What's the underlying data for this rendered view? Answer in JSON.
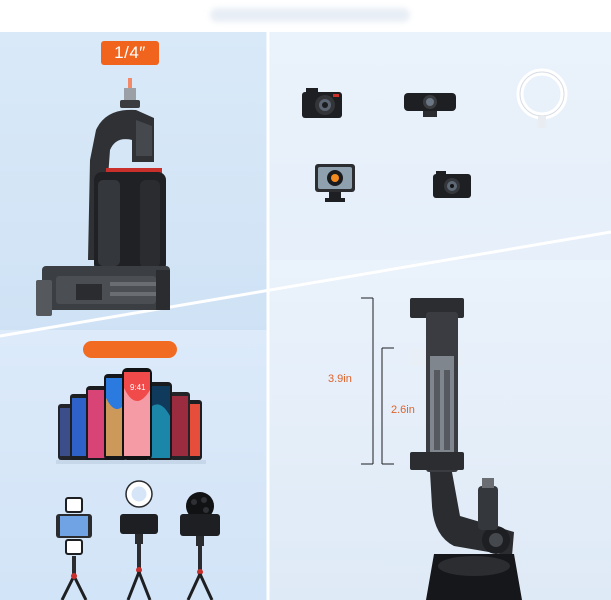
{
  "badge": {
    "label": "1/4″"
  },
  "dimensions": {
    "outer_height": "3.9in",
    "inner_height": "2.6in"
  },
  "phone_screen_time": "9:41",
  "colors": {
    "accent_orange": "#f0641e",
    "panel_blue": "#d6e7f7",
    "clamp_dark": "#2b2d31"
  },
  "compatible_devices": {
    "icons": [
      "camera-icon",
      "webcam-icon",
      "ring-light-icon",
      "action-camera-icon",
      "compact-camera-icon"
    ]
  },
  "phone_lineup": {
    "count": 9
  },
  "accessory_setups": {
    "items": [
      "video-light-tripod-icon",
      "ring-light-tripod-icon",
      "microphone-tripod-icon"
    ]
  }
}
